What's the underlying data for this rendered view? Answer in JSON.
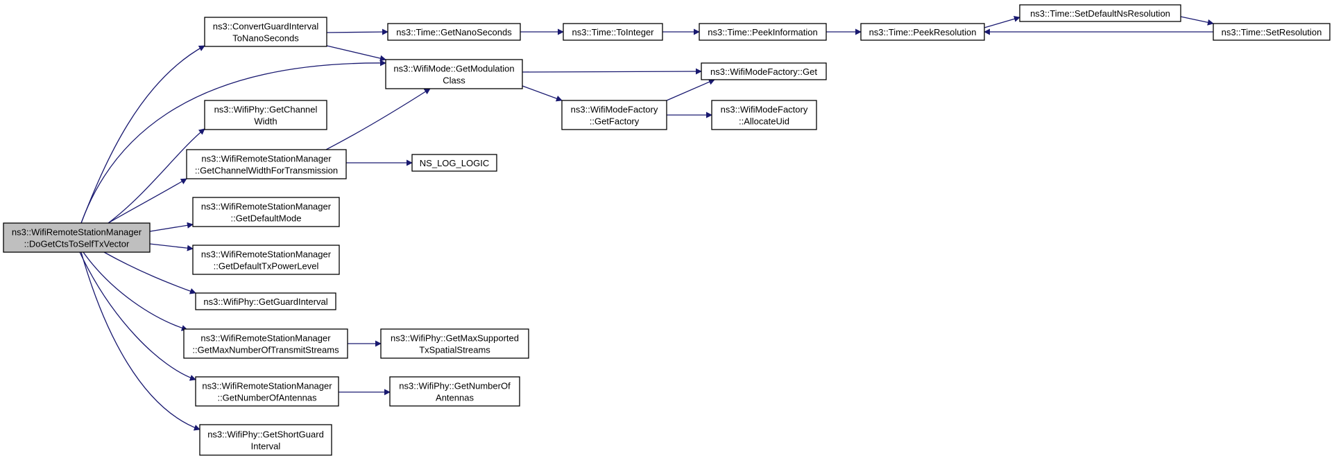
{
  "colors": {
    "edge": "#191970",
    "node_fill": "#ffffff",
    "root_fill": "#bfbfbf",
    "border": "#000000"
  },
  "nodes": [
    {
      "id": "root",
      "lines": [
        "ns3::WifiRemoteStationManager",
        "::DoGetCtsToSelfTxVector"
      ],
      "root": true
    },
    {
      "id": "convertGI",
      "lines": [
        "ns3::ConvertGuardInterval",
        "ToNanoSeconds"
      ]
    },
    {
      "id": "getNano",
      "lines": [
        "ns3::Time::GetNanoSeconds"
      ]
    },
    {
      "id": "toInteger",
      "lines": [
        "ns3::Time::ToInteger"
      ]
    },
    {
      "id": "peekInfo",
      "lines": [
        "ns3::Time::PeekInformation"
      ]
    },
    {
      "id": "peekRes",
      "lines": [
        "ns3::Time::PeekResolution"
      ]
    },
    {
      "id": "setDefaultNs",
      "lines": [
        "ns3::Time::SetDefaultNsResolution"
      ]
    },
    {
      "id": "setRes",
      "lines": [
        "ns3::Time::SetResolution"
      ]
    },
    {
      "id": "getModClass",
      "lines": [
        "ns3::WifiMode::GetModulation",
        "Class"
      ]
    },
    {
      "id": "factoryGet",
      "lines": [
        "ns3::WifiModeFactory::Get"
      ]
    },
    {
      "id": "getFactory",
      "lines": [
        "ns3::WifiModeFactory",
        "::GetFactory"
      ]
    },
    {
      "id": "allocUid",
      "lines": [
        "ns3::WifiModeFactory",
        "::AllocateUid"
      ]
    },
    {
      "id": "getChanWidth",
      "lines": [
        "ns3::WifiPhy::GetChannel",
        "Width"
      ]
    },
    {
      "id": "getChanWidthTx",
      "lines": [
        "ns3::WifiRemoteStationManager",
        "::GetChannelWidthForTransmission"
      ]
    },
    {
      "id": "nsLog",
      "lines": [
        "NS_LOG_LOGIC"
      ]
    },
    {
      "id": "getDefMode",
      "lines": [
        "ns3::WifiRemoteStationManager",
        "::GetDefaultMode"
      ]
    },
    {
      "id": "getDefTxPow",
      "lines": [
        "ns3::WifiRemoteStationManager",
        "::GetDefaultTxPowerLevel"
      ]
    },
    {
      "id": "getGI",
      "lines": [
        "ns3::WifiPhy::GetGuardInterval"
      ]
    },
    {
      "id": "getMaxStreams",
      "lines": [
        "ns3::WifiRemoteStationManager",
        "::GetMaxNumberOfTransmitStreams"
      ]
    },
    {
      "id": "getMaxSupp",
      "lines": [
        "ns3::WifiPhy::GetMaxSupported",
        "TxSpatialStreams"
      ]
    },
    {
      "id": "getNumAnt",
      "lines": [
        "ns3::WifiRemoteStationManager",
        "::GetNumberOfAntennas"
      ]
    },
    {
      "id": "phyNumAnt",
      "lines": [
        "ns3::WifiPhy::GetNumberOf",
        "Antennas"
      ]
    },
    {
      "id": "getShortGI",
      "lines": [
        "ns3::WifiPhy::GetShortGuard",
        "Interval"
      ]
    }
  ]
}
